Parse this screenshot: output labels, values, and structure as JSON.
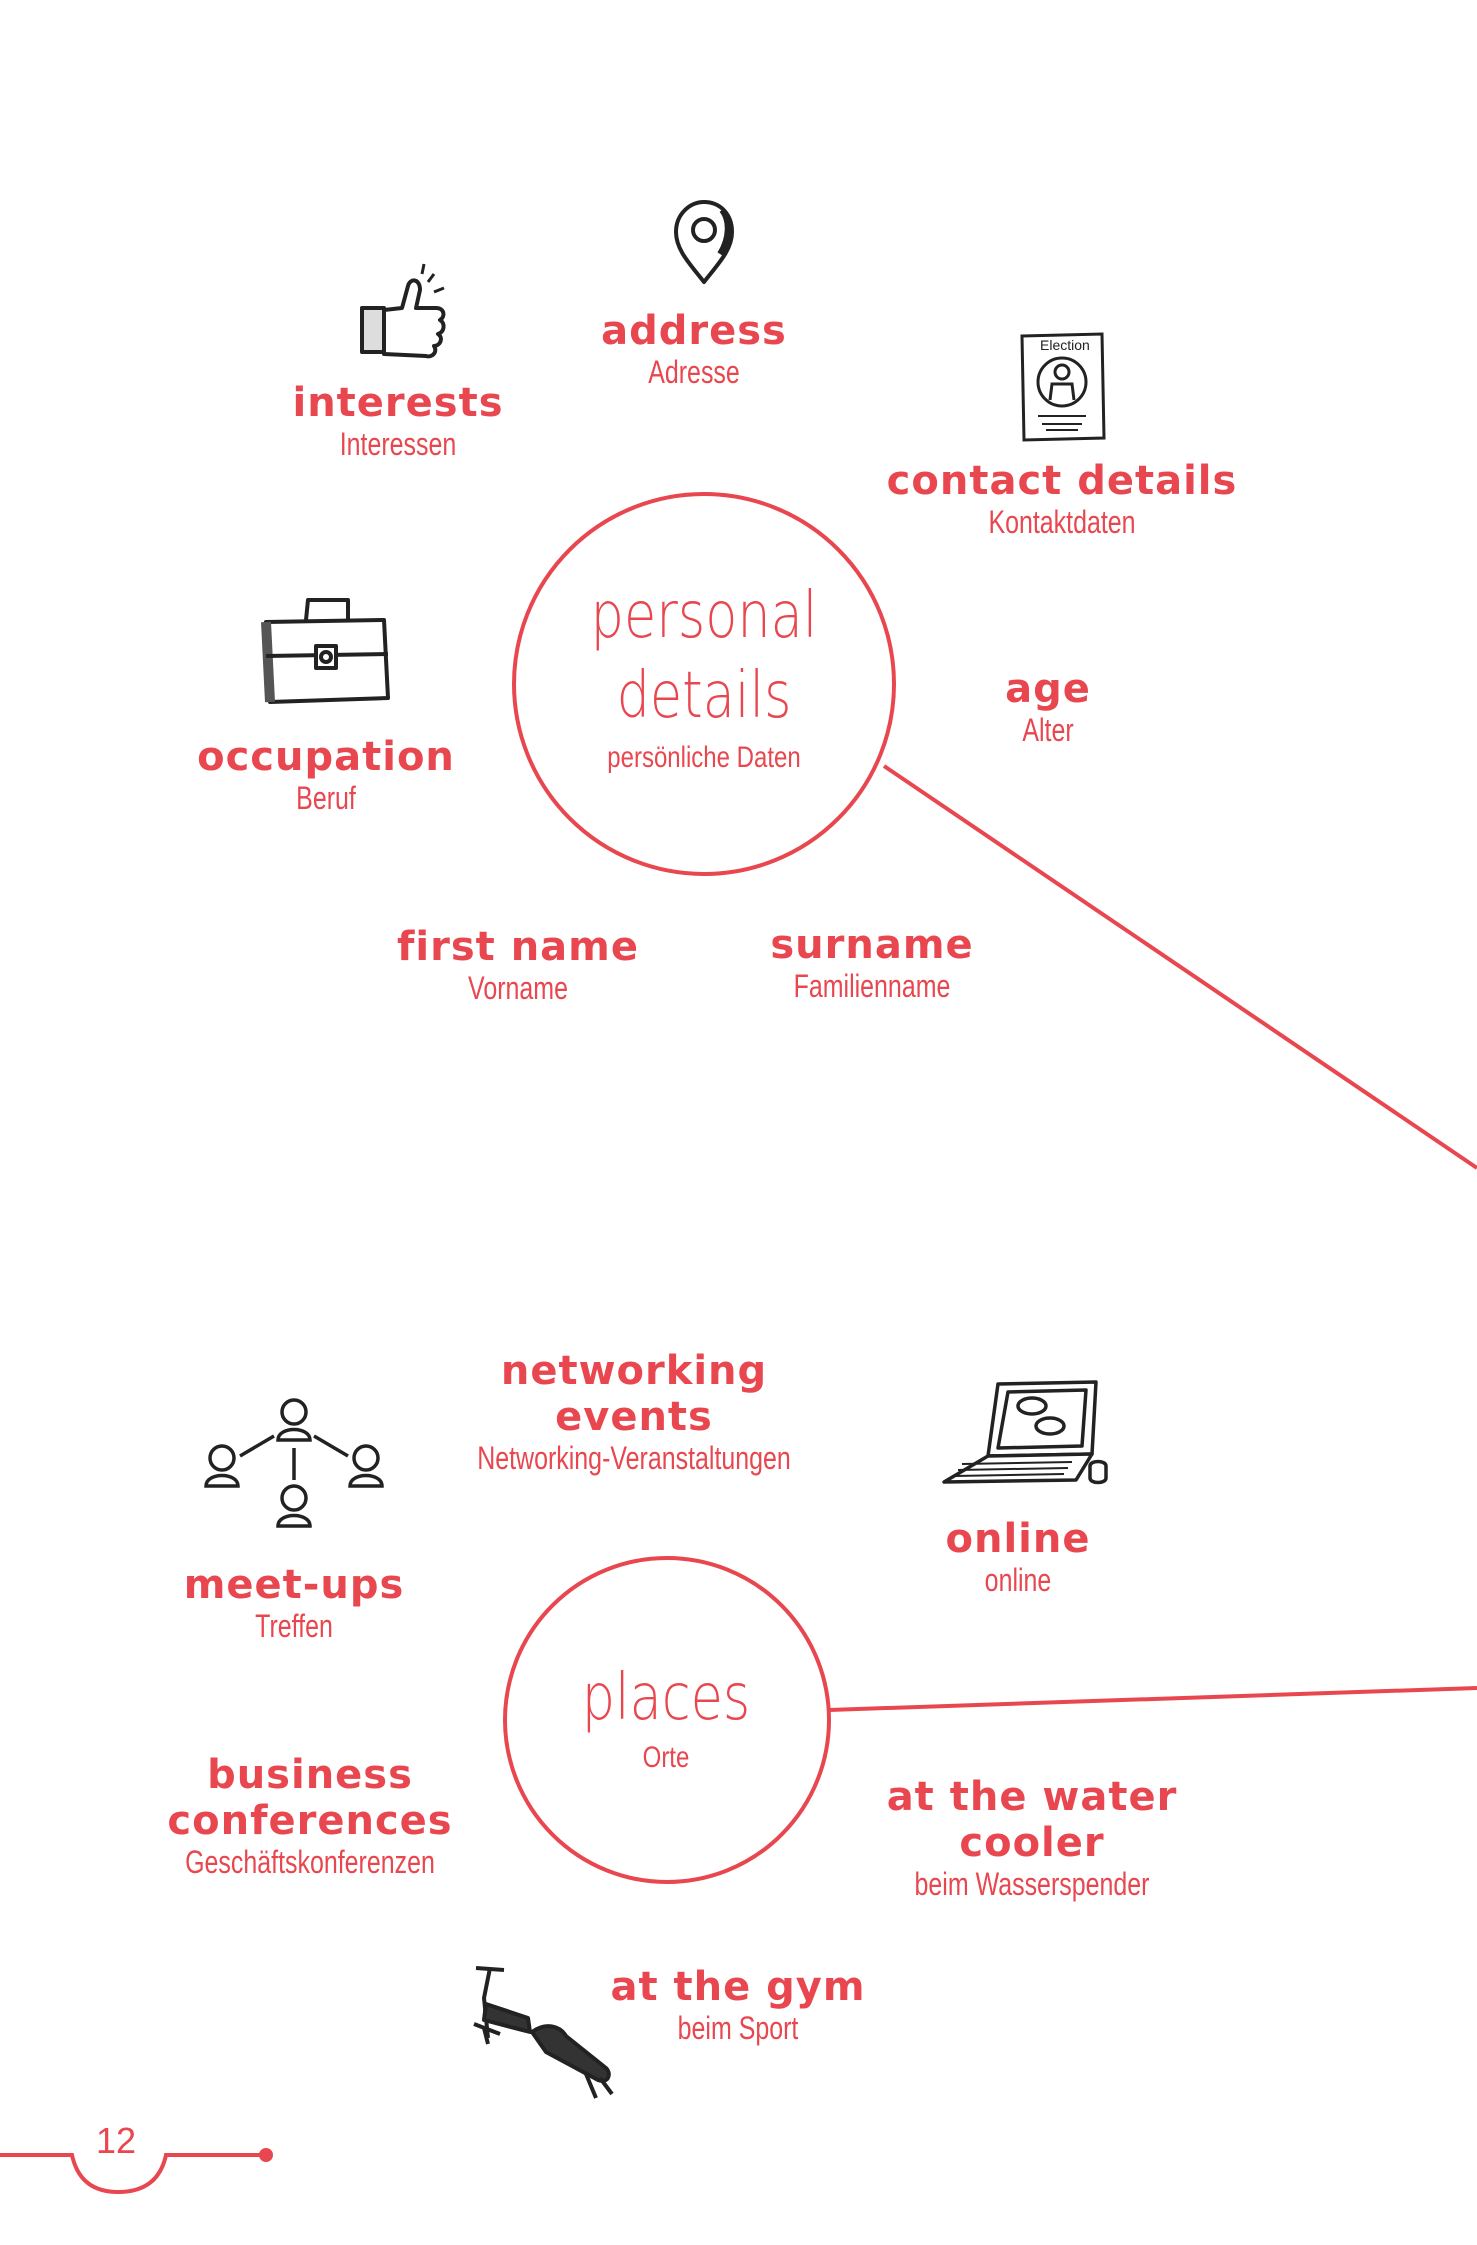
{
  "page_number": "12",
  "accent_color": "#e8474f",
  "personal": {
    "hub": {
      "title_line1": "personal",
      "title_line2": "details",
      "subtitle": "persönliche Daten"
    },
    "terms": {
      "address": {
        "en": "address",
        "de": "Adresse",
        "icon": "location-pin-icon"
      },
      "interests": {
        "en": "interests",
        "de": "Interessen",
        "icon": "thumbs-up-icon"
      },
      "contact": {
        "en": "contact details",
        "de": "Kontaktdaten",
        "icon": "election-poster-icon",
        "icon_text": "Election"
      },
      "occupation": {
        "en": "occupation",
        "de": "Beruf",
        "icon": "briefcase-icon"
      },
      "age": {
        "en": "age",
        "de": "Alter"
      },
      "first_name": {
        "en": "first name",
        "de": "Vorname"
      },
      "surname": {
        "en": "surname",
        "de": "Familienname"
      }
    }
  },
  "places": {
    "hub": {
      "title": "places",
      "subtitle": "Orte"
    },
    "terms": {
      "networking": {
        "en_line1": "networking",
        "en_line2": "events",
        "de": "Networking-Veranstaltungen"
      },
      "meetups": {
        "en": "meet-ups",
        "de": "Treffen",
        "icon": "people-network-icon"
      },
      "online": {
        "en": "online",
        "de": "online",
        "icon": "laptop-chat-icon"
      },
      "business": {
        "en_line1": "business",
        "en_line2": "conferences",
        "de": "Geschäftskonferenzen"
      },
      "water": {
        "en_line1": "at the water",
        "en_line2": "cooler",
        "de": "beim Wasserspender"
      },
      "gym": {
        "en": "at the gym",
        "de": "beim Sport",
        "icon": "weight-bench-icon"
      }
    }
  }
}
